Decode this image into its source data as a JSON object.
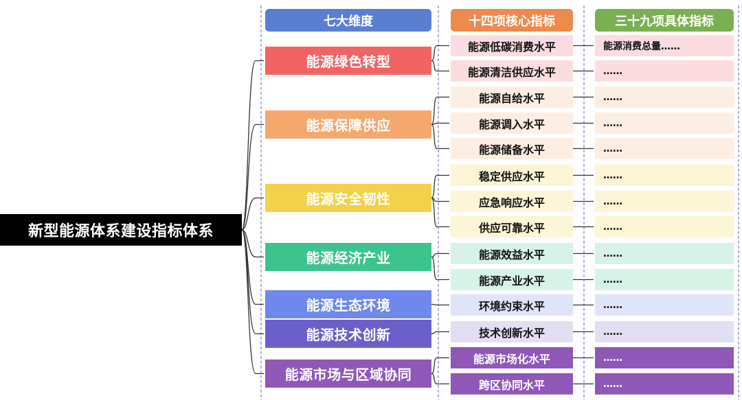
{
  "root_label": "新型能源体系建设指标体系",
  "headers": [
    {
      "label": "七大维度",
      "color": "#5B7FD0"
    },
    {
      "label": "十四项核心指标",
      "color": "#EC8B4C"
    },
    {
      "label": "三十九项具体指标",
      "color": "#7CAF52"
    }
  ],
  "dimensions": [
    {
      "label": "能源绿色转型",
      "color": "#F26464",
      "light": "#FBDDDF",
      "core": [
        {
          "label": "能源低碳消费水平",
          "detail": "能源消费总量……"
        },
        {
          "label": "能源清洁供应水平",
          "detail": "……"
        }
      ]
    },
    {
      "label": "能源保障供应",
      "color": "#F5A86D",
      "light": "#FDEEE3",
      "core": [
        {
          "label": "能源自给水平",
          "detail": "……"
        },
        {
          "label": "能源调入水平",
          "detail": "……"
        },
        {
          "label": "能源储备水平",
          "detail": "……"
        }
      ]
    },
    {
      "label": "能源安全韧性",
      "color": "#F1D24A",
      "light": "#FCF5D6",
      "core": [
        {
          "label": "稳定供应水平",
          "detail": "……"
        },
        {
          "label": "应急响应水平",
          "detail": "……"
        },
        {
          "label": "供应可靠水平",
          "detail": "……"
        }
      ]
    },
    {
      "label": "能源经济产业",
      "color": "#3DC48E",
      "light": "#D7F2E6",
      "core": [
        {
          "label": "能源效益水平",
          "detail": "……"
        },
        {
          "label": "能源产业水平",
          "detail": "……"
        }
      ]
    },
    {
      "label": "能源生态环境",
      "color": "#6F88EC",
      "light": "#DFE4F8",
      "core": [
        {
          "label": "环境约束水平",
          "detail": "……"
        }
      ]
    },
    {
      "label": "能源技术创新",
      "color": "#6B60C9",
      "light": "#E2DFF3",
      "core": [
        {
          "label": "技术创新水平",
          "detail": "……"
        }
      ]
    },
    {
      "label": "能源市场与区域协同",
      "color": "#8F57B7",
      "light": "#8F57B7",
      "dark_children": true,
      "core": [
        {
          "label": "能源市场化水平",
          "detail": "……"
        },
        {
          "label": "跨区协同水平",
          "detail": "……"
        }
      ]
    }
  ]
}
